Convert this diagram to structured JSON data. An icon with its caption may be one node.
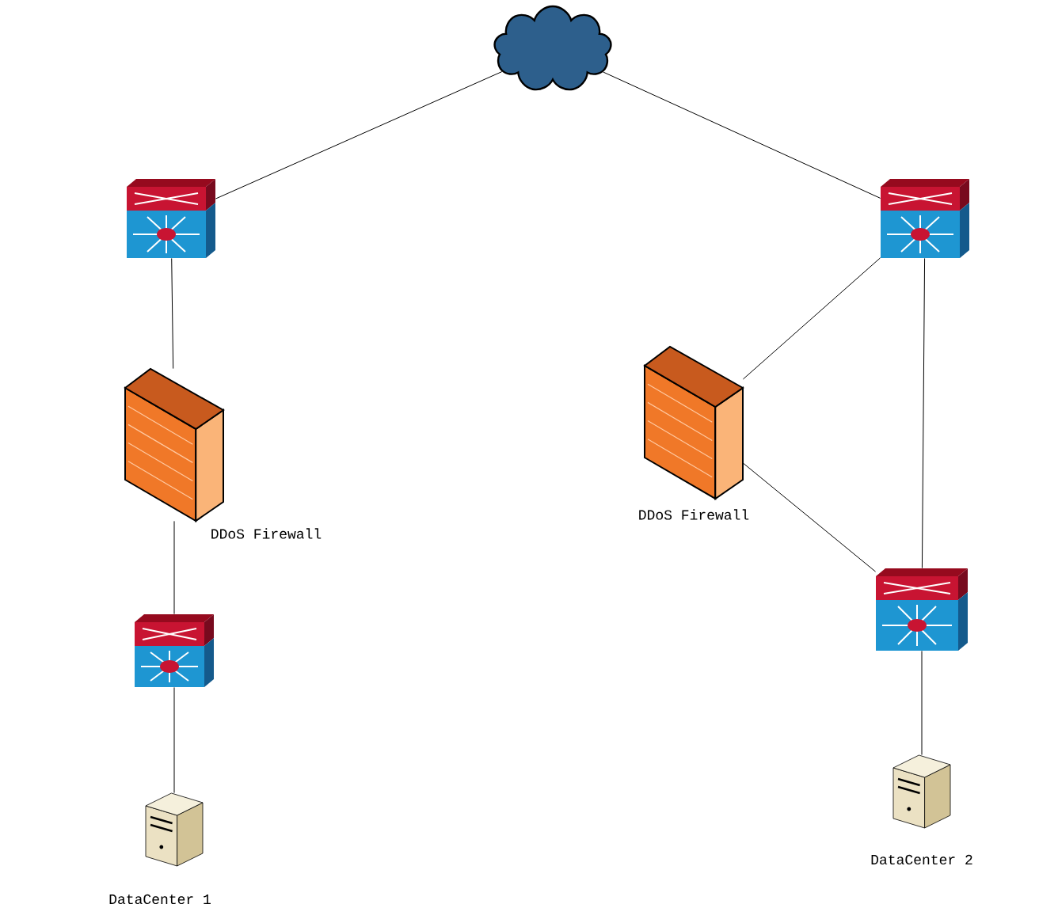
{
  "diagram": {
    "nodes": [
      {
        "text": [],
        "shape": "cloud"
      },
      {
        "text": [],
        "shape": "picture"
      },
      {
        "text": [],
        "shape": "picture",
        "beside": [
          "DDoS Firewall"
        ]
      },
      {
        "text": [],
        "shape": "picture"
      },
      {
        "text": [],
        "shape": "picture",
        "beside": [
          "DataCenter 1"
        ]
      },
      {
        "text": [],
        "shape": "picture"
      },
      {
        "text": [],
        "shape": "picture",
        "beside": [
          "DDoS Firewall"
        ]
      },
      {
        "text": [],
        "shape": "picture"
      },
      {
        "text": [],
        "shape": "picture",
        "beside": [
          "DataCenter 2"
        ]
      }
    ],
    "edges": [
      {
        "from": 0,
        "to": 1,
        "arrow": "none"
      },
      {
        "from": 1,
        "to": 2,
        "arrow": "none"
      },
      {
        "from": 2,
        "to": 3,
        "arrow": "none"
      },
      {
        "from": 3,
        "to": 4,
        "arrow": "none"
      },
      {
        "from": 0,
        "to": 5,
        "arrow": "none"
      },
      {
        "from": 5,
        "to": 6,
        "arrow": "none"
      },
      {
        "from": 5,
        "to": 7,
        "arrow": "none"
      },
      {
        "from": 6,
        "to": 7,
        "arrow": "none"
      },
      {
        "from": 7,
        "to": 8,
        "arrow": "none"
      }
    ]
  }
}
